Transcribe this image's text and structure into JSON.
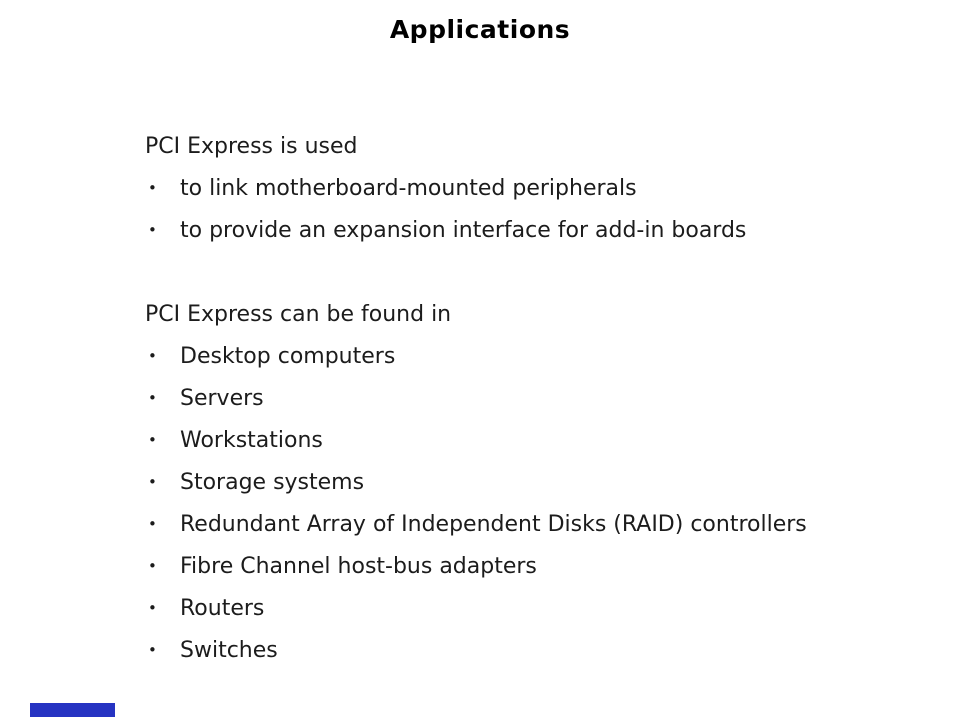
{
  "slide": {
    "title": "Applications"
  },
  "bullet_glyph": "•",
  "sections": [
    {
      "heading": "PCI Express is used",
      "bullets": [
        "to link motherboard-mounted peripherals",
        "to provide an expansion interface for add-in boards"
      ]
    },
    {
      "heading": "PCI Express can be found in",
      "bullets": [
        "Desktop computers",
        "Servers",
        "Workstations",
        "Storage systems",
        "Redundant Array of Independent Disks (RAID) controllers",
        "Fibre Channel host-bus adapters",
        "Routers",
        "Switches"
      ]
    }
  ],
  "colors": {
    "background": "#ffffff",
    "title_text": "#000000",
    "body_text": "#1c1c1c",
    "decoration_bar": "#2633c2"
  }
}
